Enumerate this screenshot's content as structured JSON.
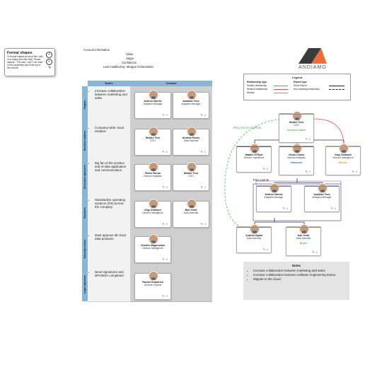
{
  "tooltip": {
    "title": "Format shapes",
    "body": "To format shapes as you'd like, click on a shape and then click \"Shape options\", \"Fill color\", and \"Line color\" on the properties bar at the top of the canvas."
  },
  "account": {
    "heading": "Account information",
    "value_label": "Value",
    "stage_label": "Stage",
    "confidence_label": "Confidence",
    "modified": "Last modified by: Morgan Grimmelster"
  },
  "logo": {
    "text": "ANDIAMO"
  },
  "matrix": {
    "col_notes": "Notes",
    "col_contact": "Contact",
    "rows": [
      {
        "label": "Targets",
        "note": "Increase collaboration between marketing and sales",
        "contacts": [
          {
            "name": "Andrea Varrick",
            "title": "Analytics Manager"
          },
          {
            "name": "Anadian Tove",
            "title": "Analytics Manager"
          }
        ]
      },
      {
        "label": "Decision makers",
        "note": "Company-wide cloud initiative",
        "contacts": [
          {
            "name": "Webbe Toro",
            "title": "COO"
          },
          {
            "name": "Andrea Fazzio",
            "title": "Data Scientist"
          }
        ]
      },
      {
        "label": "Executive sponsors",
        "note": "Big fan of the product and of data application and communication",
        "contacts": [
          {
            "name": "Belen Varma",
            "title": "Director Analytics"
          },
          {
            "name": "Webbe Toro",
            "title": "COO"
          }
        ]
      },
      {
        "label": "Blockers",
        "note": "Standardize operating systems (OS) across the company",
        "contacts": [
          {
            "name": "Klay Gebhard",
            "title": "Director Intelligence"
          },
          {
            "name": "Bob Yordi",
            "title": "Data Scientist"
          }
        ]
      },
      {
        "label": "Security review",
        "note": "Must approve all cloud data products",
        "contacts": [
          {
            "name": "Charles Magnusdon",
            "title": "Director Intelligence"
          }
        ]
      },
      {
        "label": "Legal signature",
        "note": "Need signatures and DPA/MSA completed",
        "contacts": [
          {
            "name": "Rachel Kirpatrick",
            "title": "General Counsel"
          }
        ]
      }
    ]
  },
  "legend": {
    "title": "Legend",
    "rel_heading": "Relationship type",
    "report_heading": "Report type",
    "rel_items": [
      "Healthy relationship",
      "Strained relationship",
      "Neutral"
    ],
    "report_items": [
      "Direct Report",
      "Non-reporting relationship"
    ],
    "colors": {
      "healthy": "#5cb85c",
      "strained": "#d9534f",
      "neutral": "#999999"
    }
  },
  "org": {
    "annotation_gather": "Play tennis together",
    "annotation_pain": "Pain points",
    "nodes": [
      {
        "id": "ceo",
        "name": "Webbe Toro",
        "title": "COO",
        "tag": "Decision maker",
        "tag_color": "#5cb85c"
      },
      {
        "id": "n1",
        "name": "Natalie Ol'Ryle",
        "title": "Director Operations",
        "tag": "",
        "tag_color": "#1f6fb5"
      },
      {
        "id": "n2",
        "name": "Oscar Carlos",
        "title": "Director Analytics",
        "tag": "Influencer",
        "tag_color": "#1f6fb5"
      },
      {
        "id": "n3",
        "name": "Klay Gebhard",
        "title": "Director Intelligence",
        "tag": "Blocker",
        "tag_color": "#e89a3c"
      },
      {
        "id": "n4",
        "name": "Andrea Varrick",
        "title": "Analytics Manager",
        "tag": "",
        "tag_color": "#888"
      },
      {
        "id": "n5",
        "name": "Anadian Tove",
        "title": "Analytics Manager",
        "tag": "",
        "tag_color": "#888"
      },
      {
        "id": "n6",
        "name": "Andrea Zajata",
        "title": "Data Scientist",
        "tag": "",
        "tag_color": "#888"
      },
      {
        "id": "n7",
        "name": "Kah Yordi",
        "title": "Data Scientist",
        "tag": "Buyer",
        "tag_color": "#5cb85c"
      }
    ]
  },
  "notes": {
    "title": "Notes",
    "items": [
      "Increase collaboration between marketing and sales.",
      "Increase collaboration between software engineering teams.",
      "Migrate to the cloud."
    ]
  }
}
